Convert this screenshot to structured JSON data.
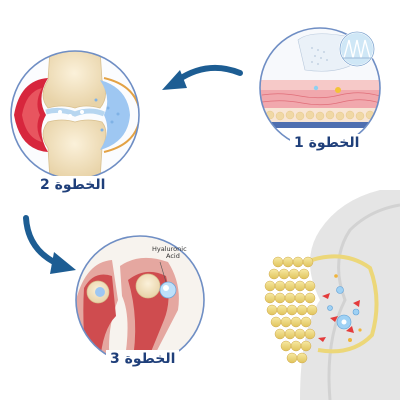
{
  "steps": {
    "step1": "الخطوة 1",
    "step2": "الخطوة 2",
    "step3": "الخطوة 3"
  },
  "annotation": {
    "line1": "Hyaluronic",
    "line2": "Acid"
  },
  "colors": {
    "label_text": "#1f3f7a",
    "arrow": "#1d5d93",
    "circle_border": "#6f8ec4",
    "bone": "#f2e3c3",
    "cartilage": "#9ec7f2",
    "inflammation": "#d7263d",
    "skin": "#f0b3b9",
    "fat_cells": "#ecd779",
    "joint_bg": "#e5e5e5"
  }
}
